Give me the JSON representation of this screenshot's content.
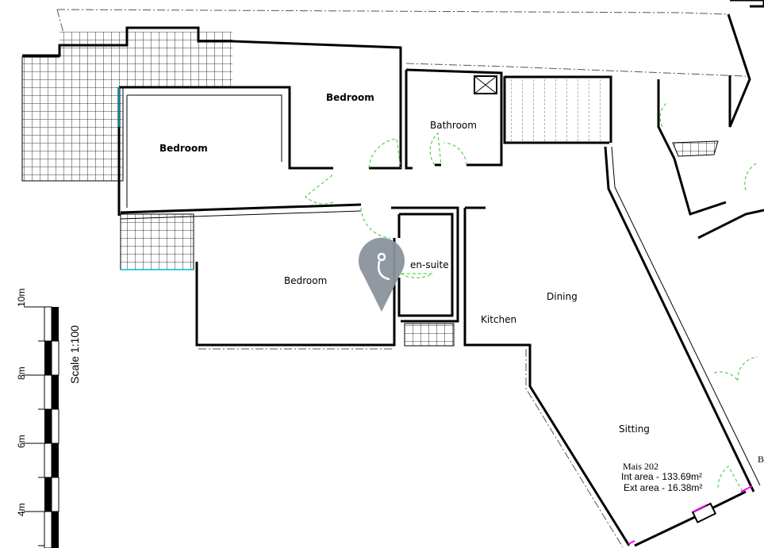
{
  "rooms": {
    "bedroom_top": "Bedroom",
    "bedroom_left": "Bedroom",
    "bedroom_lower": "Bedroom",
    "bathroom": "Bathroom",
    "ensuite": "en-suite",
    "kitchen": "Kitchen",
    "dining": "Dining",
    "sitting": "Sitting",
    "edge_label": "B"
  },
  "unit": {
    "name": "Mais 202",
    "int_area": "Int area - 133.69m²",
    "ext_area": "Ext area - 16.38m²"
  },
  "scale": {
    "label": "Scale  1:100",
    "ticks": [
      "10m",
      "8m",
      "6m",
      "4m"
    ]
  },
  "marker": {
    "icon": "location-pin-icon",
    "color": "#8a949c"
  },
  "colors": {
    "wall": "#000000",
    "door": "#33cc33",
    "window_accent": "#ff00ff",
    "glazing": "#00bcd4"
  }
}
